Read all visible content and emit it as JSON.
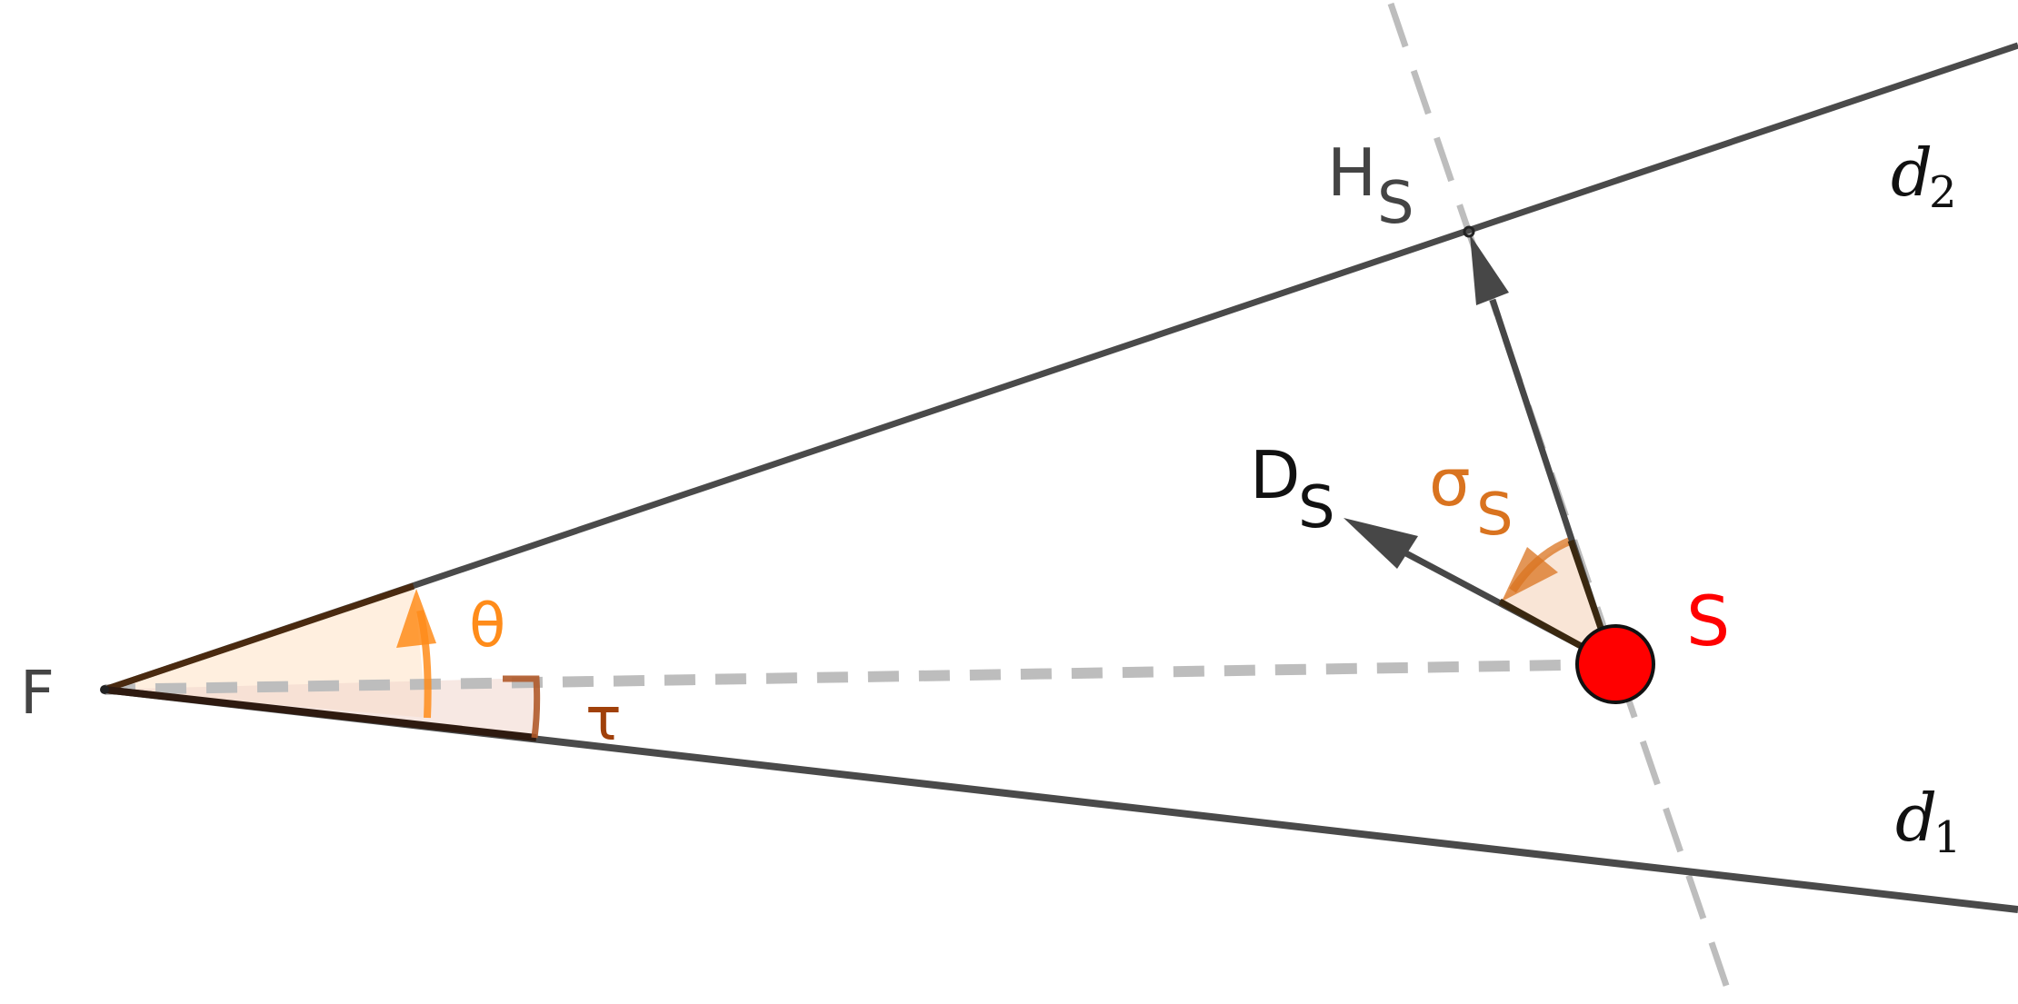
{
  "labels": {
    "focus": "F",
    "line_upper": "d",
    "line_upper_sub": "2",
    "line_lower": "d",
    "line_lower_sub": "1",
    "projection_point": "H",
    "projection_point_sub": "S",
    "direction": "D",
    "direction_sub": "S",
    "point": "S",
    "angle_theta": "θ",
    "angle_tau": "τ",
    "angle_sigma": "σ",
    "angle_sigma_sub": "S"
  },
  "colors": {
    "line_dark": "#4a4a4a",
    "dashed_gray": "#bdbdbd",
    "point_red": "#ff0000",
    "theta_orange": "#ff8c1a",
    "tau_brown": "#a0400a",
    "sigma_orange": "#d9731f",
    "label_dark": "#444444",
    "label_black": "#111111"
  }
}
